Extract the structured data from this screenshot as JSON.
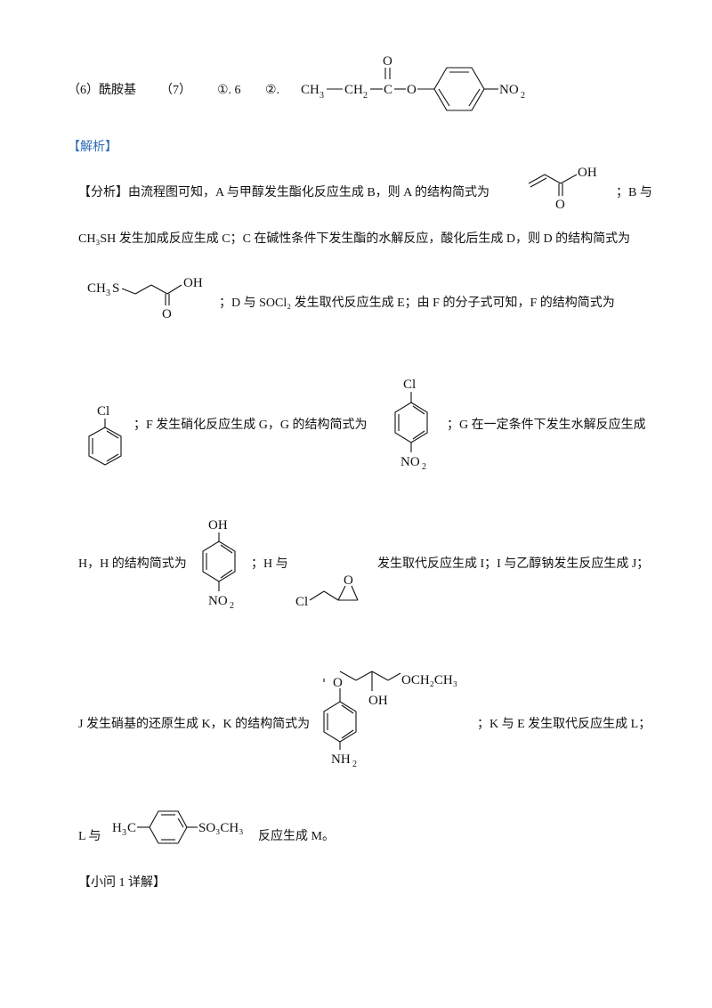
{
  "answers": {
    "q6": "（6）酰胺基",
    "q7": "（7）",
    "a1": "①. 6",
    "a2": "②."
  },
  "mol_answer": {
    "ch3": "CH",
    "ch3_sub": "3",
    "ch2": "CH",
    "ch2_sub": "2",
    "c": "C",
    "o_top": "O",
    "o_ester": "O",
    "no2": "NO",
    "no2_sub": "2"
  },
  "section_heading": "【解析】",
  "analysis": {
    "l1": "【分析】由流程图可知，A 与甲醇发生酯化反应生成 B，则 A 的结构简式为",
    "l1_end": "；B 与",
    "l2": "CH₃SH 发生加成反应生成 C；C 在碱性条件下发生酯的水解反应，酸化后生成 D，则 D 的结构简式为",
    "l3": "；D 与 SOCl₂ 发生取代反应生成 E；由 F 的分子式可知，F 的结构简式为",
    "l4a": "；F 发生硝化反应生成 G，G 的结构简式为",
    "l4b": "；G 在一定条件下发生水解反应生成",
    "l5a": "H，H 的结构简式为",
    "l5b": "；H 与",
    "l5c": "发生取代反应生成 I；I 与乙醇钠发生反应生成 J；",
    "l6a": "J 发生硝基的还原生成 K，K 的结构简式为",
    "l6b": "；K 与 E 发生取代反应生成 L；",
    "l7a": "L 与",
    "l7b": "反应生成 M。",
    "q1": "【小问 1 详解】"
  },
  "mol_labels": {
    "oh": "OH",
    "o": "O",
    "s": "S",
    "ch3": "CH",
    "three": "3",
    "cl": "Cl",
    "no2": "NO",
    "two": "2",
    "och2ch3": "OCH₂CH₃",
    "nh2": "NH",
    "h3c": "H",
    "so3ch3": "SO₃CH₃",
    "c": "C"
  }
}
